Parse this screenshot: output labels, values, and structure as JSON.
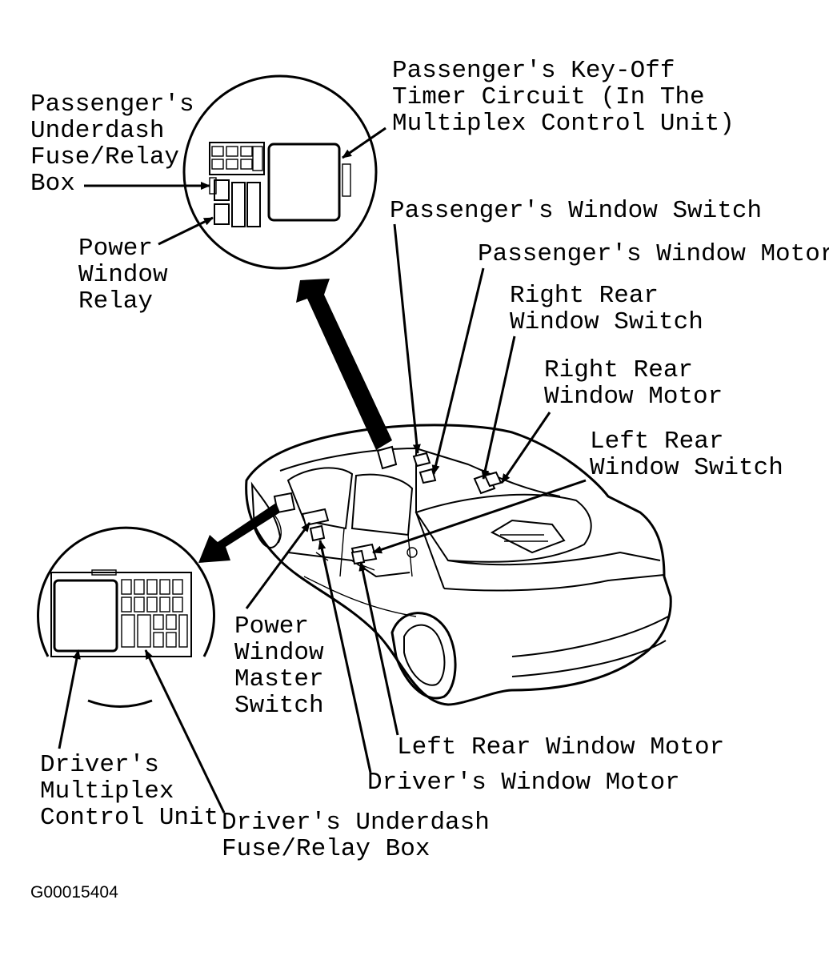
{
  "labels": {
    "passenger_fuse_box": "Passenger's\nUnderdash\nFuse/Relay\nBox",
    "passenger_timer": "Passenger's Key-Off\nTimer Circuit (In The\nMultiplex Control Unit)",
    "power_window_relay": "Power\nWindow\nRelay",
    "passenger_window_switch": "Passenger's Window Switch",
    "passenger_window_motor": "Passenger's Window Motor",
    "right_rear_window_switch": "Right Rear\nWindow Switch",
    "right_rear_window_motor": "Right Rear\nWindow Motor",
    "left_rear_window_switch": "Left Rear\nWindow Switch",
    "power_window_master_switch": "Power\nWindow\nMaster\nSwitch",
    "left_rear_window_motor": "Left Rear Window Motor",
    "drivers_window_motor": "Driver's Window Motor",
    "drivers_multiplex_unit": "Driver's\nMultiplex\nControl Unit",
    "drivers_fuse_box": "Driver's Underdash\nFuse/Relay Box"
  },
  "figure_code": "G00015404"
}
